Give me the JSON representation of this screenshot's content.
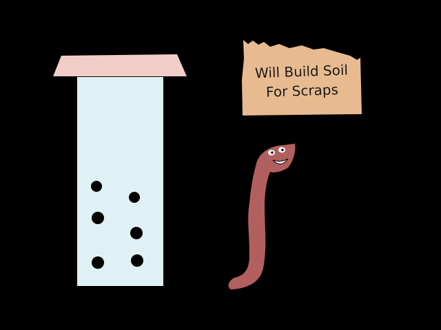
{
  "scene": {
    "background": "#000000"
  },
  "bin": {
    "roof_color": "#f2cdc7",
    "body_color": "#dff1f5",
    "air_holes": 6,
    "hole_color": "#000000"
  },
  "sign": {
    "color": "#e7bb8f",
    "line1": "Will Build Soil",
    "line2": "For Scraps"
  },
  "worm": {
    "body_color": "#b25f5f",
    "eye_color": "#ffffff",
    "expression": "smiling"
  }
}
